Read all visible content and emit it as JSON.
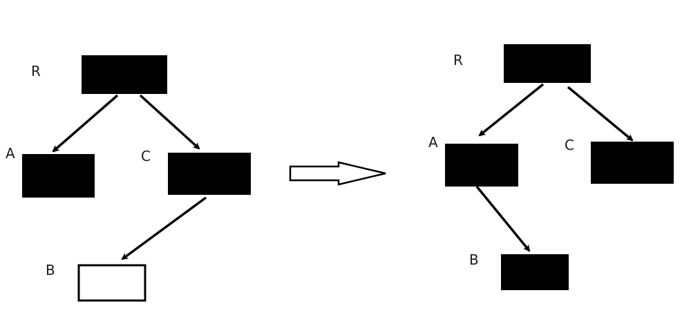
{
  "diagram": {
    "before": {
      "labels": {
        "R": "R",
        "A": "A",
        "C": "C",
        "B": "B"
      },
      "highlighted_node": "B"
    },
    "after": {
      "labels": {
        "R": "R",
        "A": "A",
        "C": "C",
        "B": "B"
      }
    },
    "colors": {
      "filled_node": "#000000",
      "hollow_node_fill": "#ffffff",
      "edge": "#000000",
      "transform_arrow_fill": "#ffffff",
      "transform_arrow_stroke": "#000000"
    }
  }
}
